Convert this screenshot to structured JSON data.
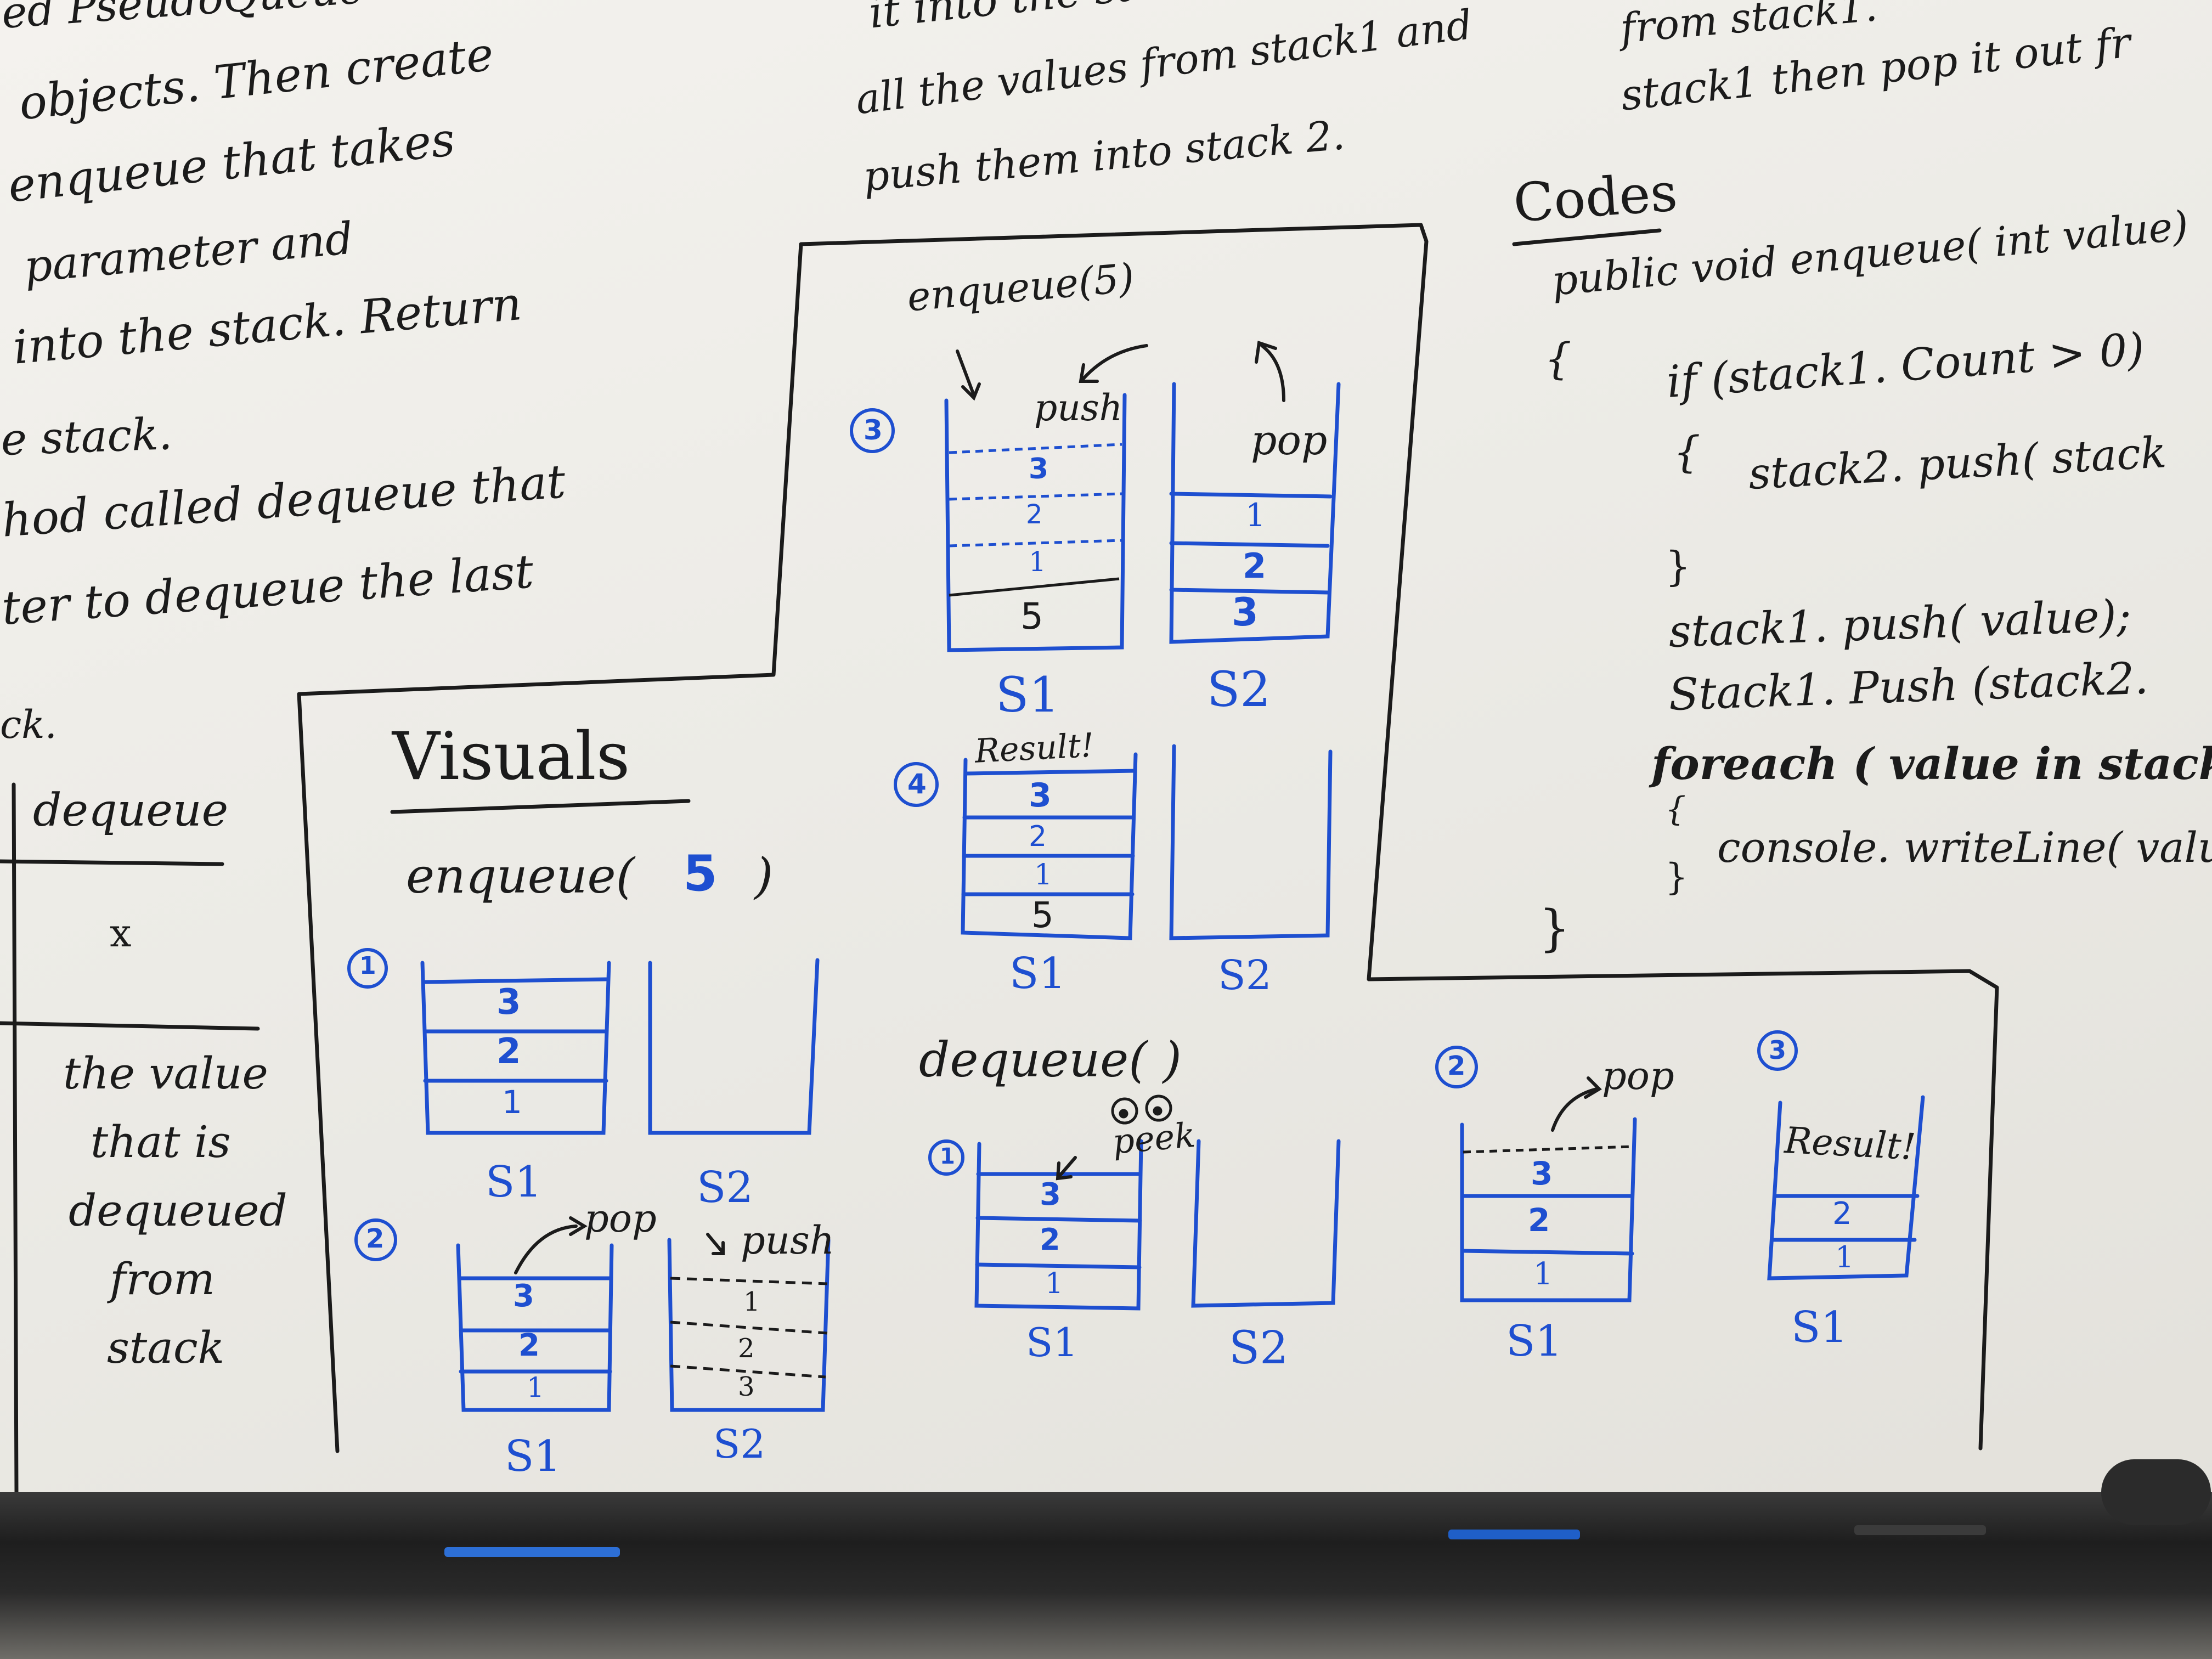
{
  "left_column": {
    "lines": [
      "ed PseudoQueue",
      "objects. Then create",
      "enqueue that takes",
      "parameter and",
      "into the stack. Return",
      "e stack.",
      "hod called dequeue that",
      "ter to dequeue the last",
      "ck."
    ]
  },
  "top_middle": {
    "lines": [
      "it into the stack.",
      "all the values from stack1 and",
      "push them into stack 2."
    ]
  },
  "top_right": {
    "lines": [
      "from stack1.",
      "stack1 then pop it out fr"
    ]
  },
  "table": {
    "header": "dequeue",
    "cell_x": "x",
    "cell_desc": [
      "the value",
      "that is",
      "dequeued",
      "from",
      "stack"
    ]
  },
  "visuals": {
    "title": "Visuals",
    "enqueue_call": "enqueue(",
    "enqueue_value": "5",
    "enqueue_close": ")",
    "dequeue_call": "dequeue( )"
  },
  "steps": {
    "step1": "1",
    "step2": "2",
    "step3": "3",
    "step4": "4"
  },
  "enqueue_step1": {
    "s1": [
      "3",
      "2",
      "1"
    ],
    "s1_label": "S1",
    "s2_label": "S2"
  },
  "enqueue_step2": {
    "pop": "pop",
    "push": "push",
    "s1": [
      "3",
      "2",
      "1"
    ],
    "s2": [
      "1",
      "2",
      "3"
    ],
    "s1_label": "S1",
    "s2_label": "S2"
  },
  "enqueue_step3": {
    "call": "enqueue(5)",
    "push": "push",
    "pop": "pop",
    "s1": [
      "3",
      "2",
      "1",
      "5"
    ],
    "s2": [
      "1",
      "2",
      "3"
    ],
    "s1_label": "S1",
    "s2_label": "S2"
  },
  "enqueue_step4": {
    "result": "Result!",
    "s1": [
      "3",
      "2",
      "1",
      "5"
    ],
    "s1_label": "S1",
    "s2_label": "S2"
  },
  "dequeue_step1": {
    "peek": "peek",
    "s1": [
      "3",
      "2",
      "1"
    ],
    "s1_label": "S1",
    "s2_label": "S2"
  },
  "dequeue_step2": {
    "pop": "pop",
    "s1": [
      "3",
      "2",
      "1"
    ],
    "s1_label": "S1"
  },
  "dequeue_step3": {
    "result": "Result!",
    "s1": [
      "2",
      "1"
    ],
    "s1_label": "S1"
  },
  "codes": {
    "title": "Codes",
    "lines": [
      "public void enqueue( int value)",
      "{",
      "if (stack1. Count > 0)",
      "{",
      "stack2. push( stack",
      "}",
      "stack1. push( value);",
      "Stack1. Push (stack2.",
      "foreach ( value in stack",
      "{",
      "console. writeLine( valu",
      "}",
      "}"
    ]
  }
}
